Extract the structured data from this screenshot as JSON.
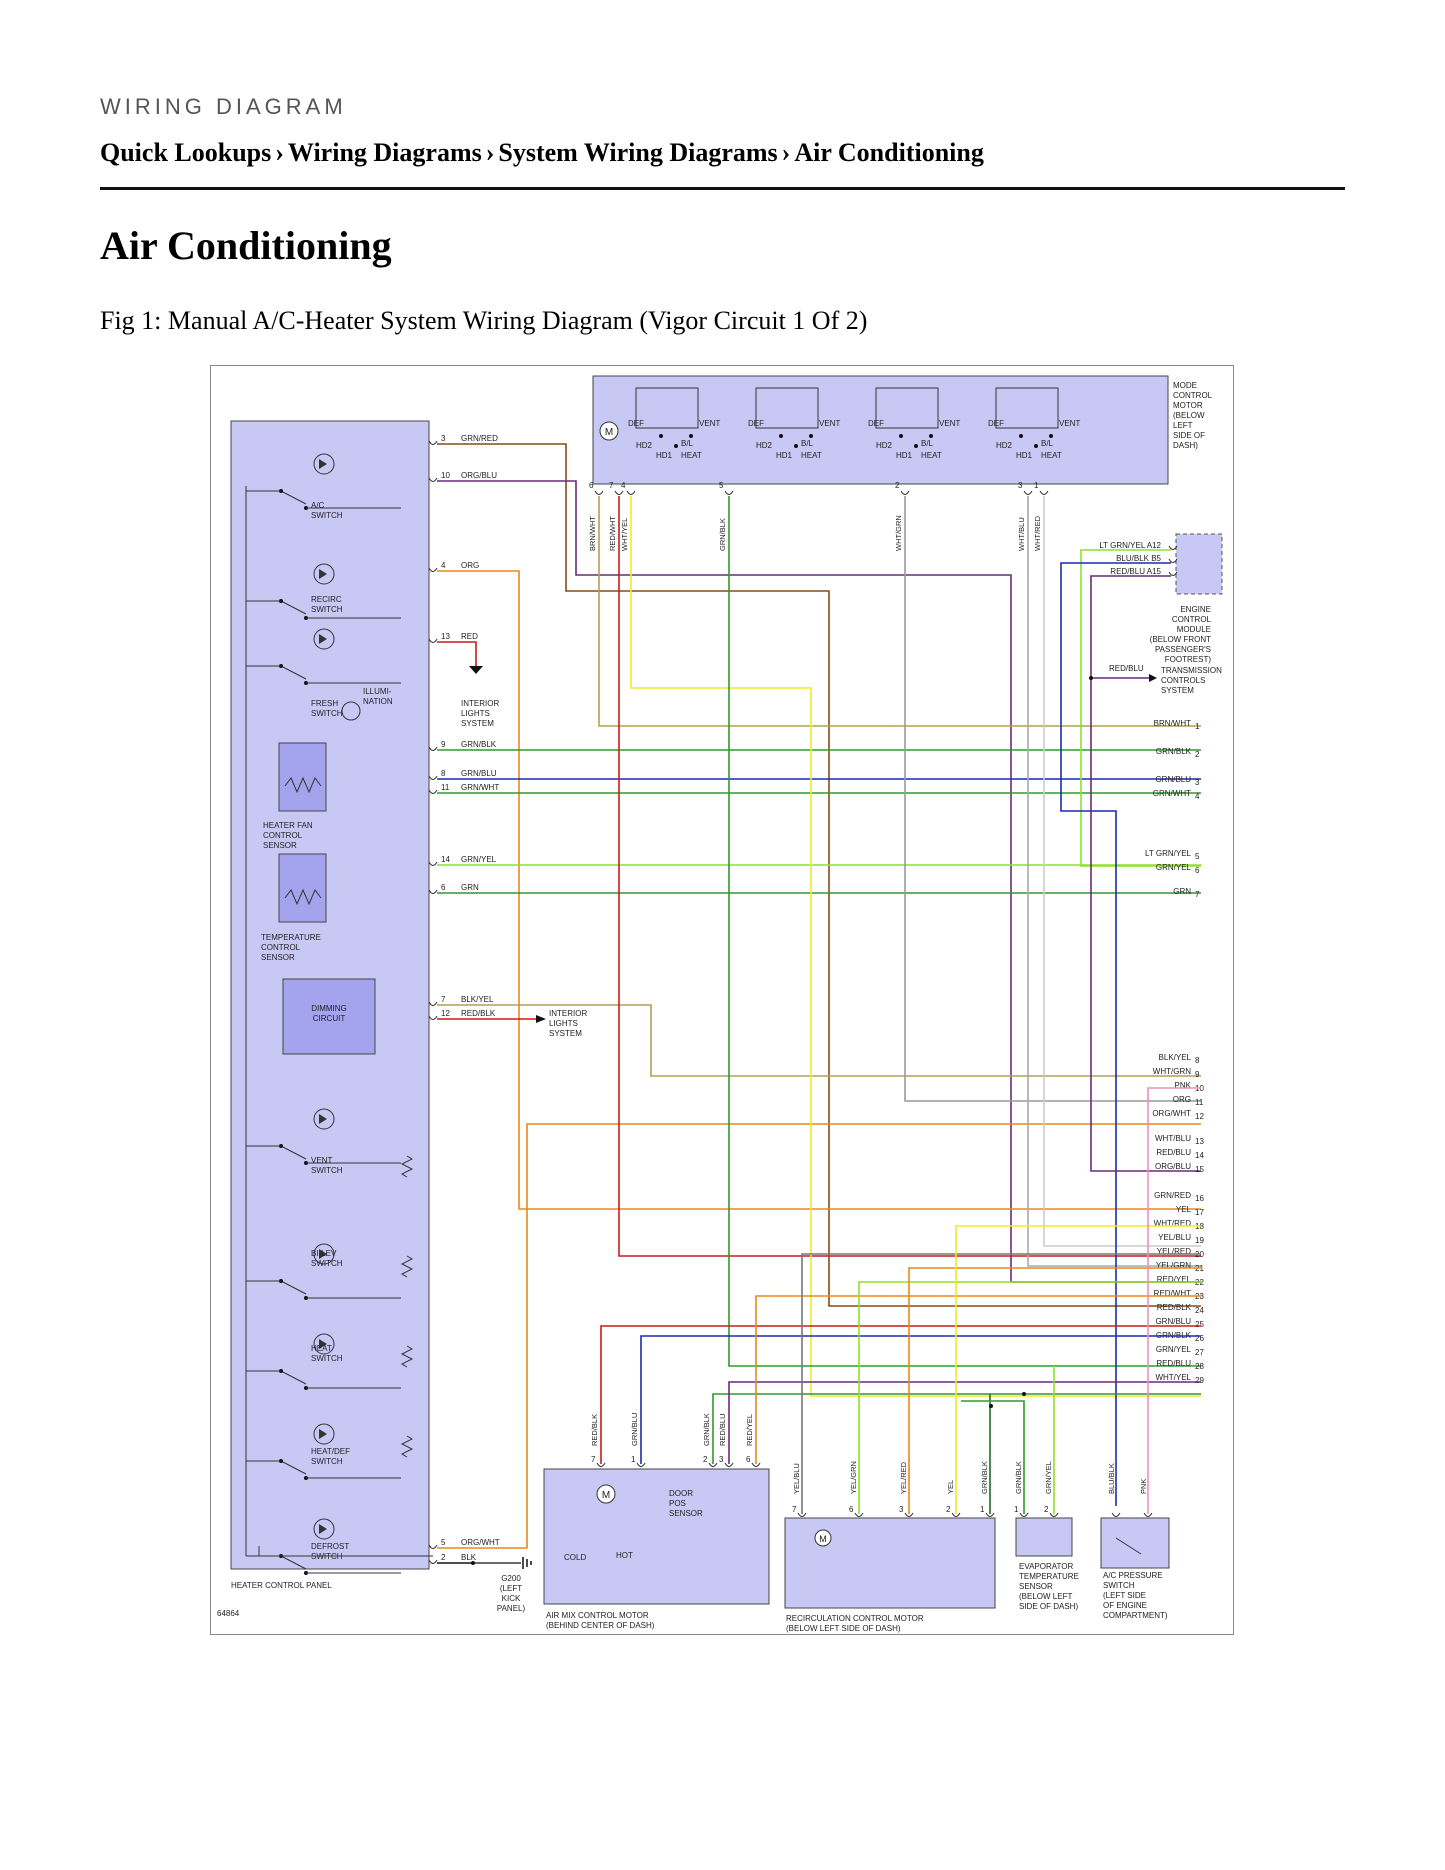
{
  "header": {
    "eyebrow": "WIRING DIAGRAM",
    "breadcrumbs": [
      "Quick Lookups",
      "Wiring Diagrams",
      "System Wiring Diagrams",
      "Air Conditioning"
    ],
    "separator": "›"
  },
  "page_title": "Air Conditioning",
  "figure_caption": "Fig 1: Manual A/C-Heater System Wiring Diagram (Vigor Circuit 1 Of 2)",
  "diagram": {
    "figure_id": "64864",
    "components": {
      "heater_panel": "HEATER CONTROL PANEL",
      "ac_switch": [
        "A/C",
        "SWITCH"
      ],
      "recirc_switch": [
        "RECIRC",
        "SWITCH"
      ],
      "fresh_switch": [
        "FRESH",
        "SWITCH"
      ],
      "illumination": [
        "ILLUMI-",
        "NATION"
      ],
      "heater_fan_sensor": [
        "HEATER FAN",
        "CONTROL",
        "SENSOR"
      ],
      "temp_sensor": [
        "TEMPERATURE",
        "CONTROL",
        "SENSOR"
      ],
      "dimming_circuit": [
        "DIMMING",
        "CIRCUIT"
      ],
      "vent_switch": [
        "VENT",
        "SWITCH"
      ],
      "bilev_switch": [
        "BI-LEV",
        "SWITCH"
      ],
      "heat_switch": [
        "HEAT",
        "SWITCH"
      ],
      "heatdef_switch": [
        "HEAT/DEF",
        "SWITCH"
      ],
      "defrost_switch": [
        "DEFROST",
        "SWITCH"
      ],
      "mode_motor": [
        "MODE",
        "CONTROL",
        "MOTOR",
        "(BELOW",
        "LEFT",
        "SIDE OF",
        "DASH)"
      ],
      "ecm": [
        "ENGINE",
        "CONTROL",
        "MODULE",
        "(BELOW FRONT",
        "PASSENGER'S",
        "FOOTREST)"
      ],
      "tcs": [
        "TRANSMISSION",
        "CONTROLS",
        "SYSTEM"
      ],
      "interior_lights_1": [
        "INTERIOR",
        "LIGHTS",
        "SYSTEM"
      ],
      "interior_lights_2": [
        "INTERIOR",
        "LIGHTS",
        "SYSTEM"
      ],
      "air_mix": [
        "AIR MIX CONTROL MOTOR",
        "(BEHIND CENTER OF DASH)"
      ],
      "door_pos": [
        "DOOR",
        "POS",
        "SENSOR"
      ],
      "cold": "COLD",
      "hot": "HOT",
      "recirc_motor": [
        "RECIRCULATION CONTROL MOTOR",
        "(BELOW LEFT SIDE OF DASH)"
      ],
      "evap_sensor": [
        "EVAPORATOR",
        "TEMPERATURE",
        "SENSOR",
        "(BELOW LEFT",
        "SIDE OF DASH)"
      ],
      "ac_pressure": [
        "A/C PRESSURE",
        "SWITCH",
        "(LEFT SIDE",
        "OF ENGINE",
        "COMPARTMENT)"
      ],
      "ground": [
        "G200",
        "(LEFT",
        "KICK",
        "PANEL)"
      ],
      "motor_symbol": "M"
    },
    "mode_positions": {
      "def": "DEF",
      "vent": "VENT",
      "hd1": "HD1",
      "hd2": "HD2",
      "bl": "B/L",
      "heat": "HEAT"
    },
    "panel_pins": [
      {
        "pin": "3",
        "wire": "GRN/RED"
      },
      {
        "pin": "10",
        "wire": "ORG/BLU"
      },
      {
        "pin": "4",
        "wire": "ORG"
      },
      {
        "pin": "13",
        "wire": "RED"
      },
      {
        "pin": "9",
        "wire": "GRN/BLK"
      },
      {
        "pin": "8",
        "wire": "GRN/BLU"
      },
      {
        "pin": "11",
        "wire": "GRN/WHT"
      },
      {
        "pin": "14",
        "wire": "GRN/YEL"
      },
      {
        "pin": "6",
        "wire": "GRN"
      },
      {
        "pin": "7",
        "wire": "BLK/YEL"
      },
      {
        "pin": "12",
        "wire": "RED/BLK"
      },
      {
        "pin": "5",
        "wire": "ORG/WHT"
      },
      {
        "pin": "2",
        "wire": "BLK"
      }
    ],
    "mode_motor_pins": [
      "6",
      "7",
      "4",
      "5",
      "2",
      "3",
      "1"
    ],
    "mode_motor_wires": [
      "BRN/WHT",
      "RED/WHT",
      "WHT/YEL",
      "GRN/BLK",
      "WHT/GRN",
      "WHT/BLU",
      "WHT/RED"
    ],
    "ecm_pins": [
      {
        "wire": "LT GRN/YEL",
        "pin": "A12"
      },
      {
        "wire": "BLU/BLK",
        "pin": "B5"
      },
      {
        "wire": "RED/BLU",
        "pin": "A15"
      }
    ],
    "tcs_wire": "RED/BLU",
    "right_connector": [
      {
        "n": "1",
        "wire": "BRN/WHT"
      },
      {
        "n": "2",
        "wire": "GRN/BLK"
      },
      {
        "n": "3",
        "wire": "GRN/BLU"
      },
      {
        "n": "4",
        "wire": "GRN/WHT"
      },
      {
        "n": "5",
        "wire": "LT GRN/YEL"
      },
      {
        "n": "6",
        "wire": "GRN/YEL"
      },
      {
        "n": "7",
        "wire": "GRN"
      },
      {
        "n": "8",
        "wire": "BLK/YEL"
      },
      {
        "n": "9",
        "wire": "WHT/GRN"
      },
      {
        "n": "10",
        "wire": "PNK"
      },
      {
        "n": "11",
        "wire": "ORG"
      },
      {
        "n": "12",
        "wire": "ORG/WHT"
      },
      {
        "n": "13",
        "wire": "WHT/BLU"
      },
      {
        "n": "14",
        "wire": "RED/BLU"
      },
      {
        "n": "15",
        "wire": "ORG/BLU"
      },
      {
        "n": "16",
        "wire": "GRN/RED"
      },
      {
        "n": "17",
        "wire": "YEL"
      },
      {
        "n": "18",
        "wire": "WHT/RED"
      },
      {
        "n": "19",
        "wire": "YEL/BLU"
      },
      {
        "n": "20",
        "wire": "YEL/RED"
      },
      {
        "n": "21",
        "wire": "YEL/GRN"
      },
      {
        "n": "22",
        "wire": "RED/YEL"
      },
      {
        "n": "23",
        "wire": "RED/WHT"
      },
      {
        "n": "24",
        "wire": "RED/BLK"
      },
      {
        "n": "25",
        "wire": "GRN/BLU"
      },
      {
        "n": "26",
        "wire": "GRN/BLK"
      },
      {
        "n": "27",
        "wire": "GRN/YEL"
      },
      {
        "n": "28",
        "wire": "RED/BLU"
      },
      {
        "n": "29",
        "wire": "WHT/YEL"
      }
    ],
    "air_mix_pins": [
      {
        "pin": "7",
        "wire": "RED/BLK"
      },
      {
        "pin": "1",
        "wire": "GRN/BLU"
      },
      {
        "pin": "2",
        "wire": "GRN/BLK"
      },
      {
        "pin": "3",
        "wire": "RED/BLU"
      },
      {
        "pin": "6",
        "wire": "RED/YEL"
      }
    ],
    "recirc_pins": [
      {
        "pin": "7",
        "wire": "YEL/BLU"
      },
      {
        "pin": "6",
        "wire": "YEL/GRN"
      },
      {
        "pin": "3",
        "wire": "YEL/RED"
      },
      {
        "pin": "2",
        "wire": "YEL"
      },
      {
        "pin": "1",
        "wire": "GRN/BLK"
      }
    ],
    "evap_pins": [
      {
        "pin": "1",
        "wire": "GRN/BLK"
      },
      {
        "pin": "2",
        "wire": "GRN/YEL"
      }
    ],
    "pressure_wires": [
      "BLU/BLK",
      "PNK"
    ],
    "wire_colors": {
      "orange": "#e8891a",
      "brown": "#8b4a12",
      "red": "#cc1a1a",
      "green": "#2e9a2e",
      "dkgreen": "#1f6e1f",
      "blue": "#1a2ea8",
      "yellow": "#f2ea2a",
      "ltgreen": "#8ee02a",
      "purple": "#6a2a7a",
      "pink": "#f08fb8",
      "tan": "#b0a050",
      "gray": "#9a9a9a",
      "panel_fill": "#c8c8f5",
      "panel_dark": "#a3a3ee"
    }
  }
}
